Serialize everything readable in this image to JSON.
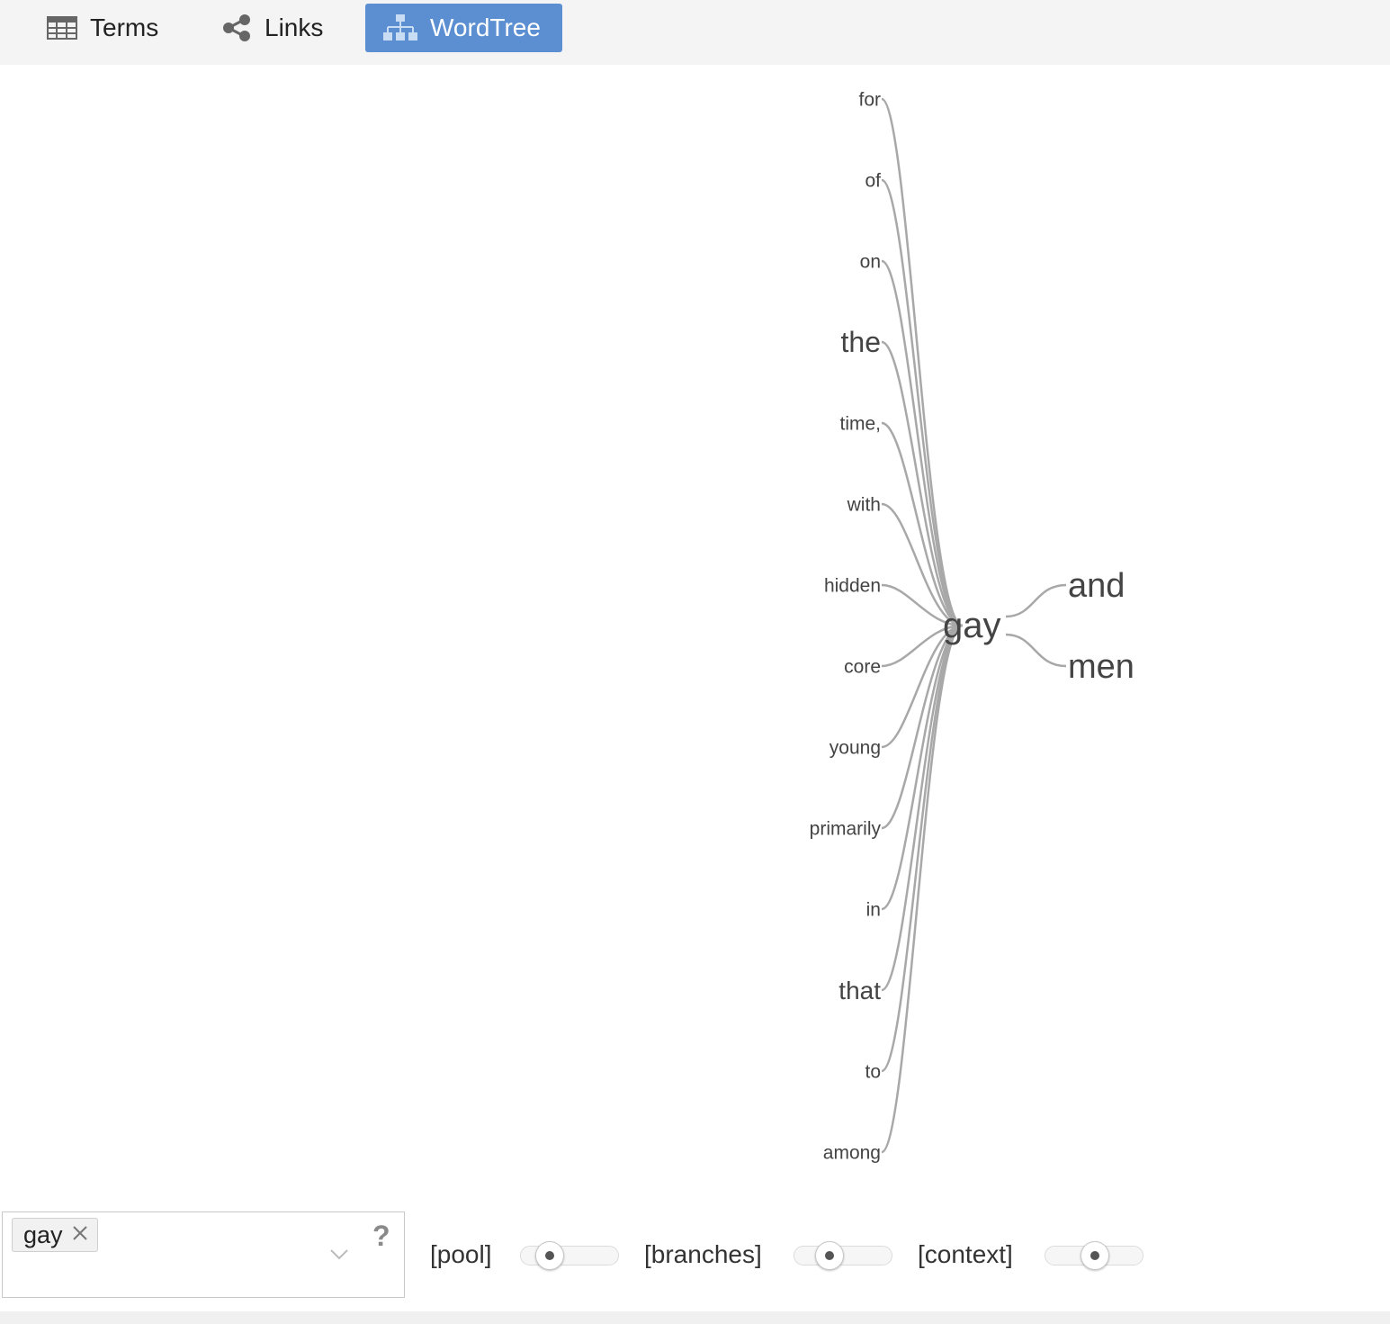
{
  "tabs": {
    "terms": {
      "label": "Terms",
      "icon": "table-icon"
    },
    "links": {
      "label": "Links",
      "icon": "share-icon"
    },
    "wordtree": {
      "label": "WordTree",
      "icon": "sitemap-icon",
      "active": true
    }
  },
  "colors": {
    "active_tab": "#5b8fd2",
    "branch": "#a8a8a8",
    "word": "#444444",
    "topbar": "#f4f4f4"
  },
  "wordtree": {
    "root": "gay",
    "left": [
      "for",
      "of",
      "on",
      "the",
      "time,",
      "with",
      "hidden",
      "core",
      "young",
      "primarily",
      "in",
      "that",
      "to",
      "among"
    ],
    "right": [
      "and",
      "men"
    ]
  },
  "query": {
    "term": "gay",
    "help": "?"
  },
  "controls": {
    "pool": {
      "label": "[pool]",
      "value": 0.2
    },
    "branches": {
      "label": "[branches]",
      "value": 0.3
    },
    "context": {
      "label": "[context]",
      "value": 0.5
    }
  }
}
